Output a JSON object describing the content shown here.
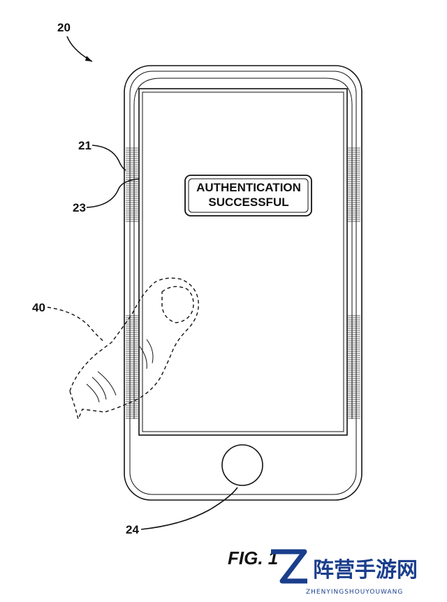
{
  "figure": {
    "refs": {
      "device": "20",
      "housing": "21",
      "display": "23",
      "home_button": "24",
      "finger": "40"
    },
    "notification": {
      "line1": "AUTHENTICATION",
      "line2": "SUCCESSFUL"
    },
    "caption": "FIG. 1"
  },
  "watermark": {
    "title": "阵营手游网",
    "subtitle": "ZHENYINGSHOUYOUWANG",
    "accent_color": "#1a3e8c"
  }
}
